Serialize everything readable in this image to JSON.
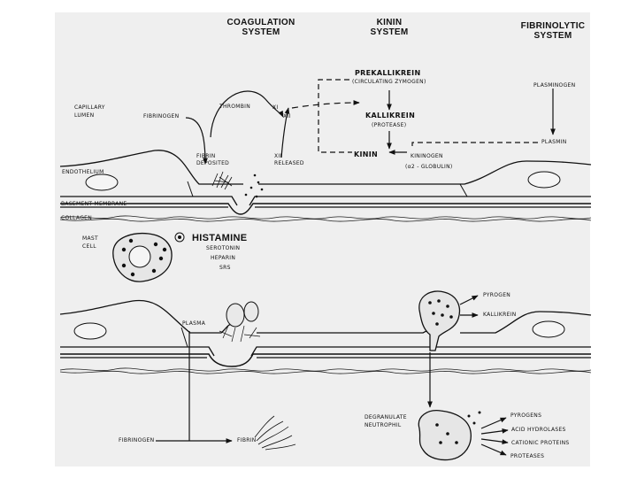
{
  "headers": {
    "coagulation_l1": "COAGULATION",
    "coagulation_l2": "SYSTEM",
    "kinin_l1": "KININ",
    "kinin_l2": "SYSTEM",
    "fibrinolytic_l1": "FIBRINOLYTIC",
    "fibrinolytic_l2": "SYSTEM"
  },
  "labels": {
    "capillary_lumen_l1": "CAPILLARY",
    "capillary_lumen_l2": "LUMEN",
    "fibrinogen_top": "FIBRINOGEN",
    "thrombin": "THROMBIN",
    "xi": "XI",
    "xii_upper": "XII",
    "fibrin_deposited_l1": "FIBRIN",
    "fibrin_deposited_l2": "DEPOSITED",
    "xii_released_l1": "XII",
    "xii_released_l2": "RELEASED",
    "prekallikrein": "PREKALLIKREIN",
    "circulating_zymogen": "(CIRCULATING ZYMOGEN)",
    "kallikrein_top": "KALLIKREIN",
    "protease": "(PROTEASE)",
    "kinin": "KININ",
    "kininogen": "KININOGEN",
    "globulin": "(α2 - GLOBULIN)",
    "plasminogen": "PLASMINOGEN",
    "plasmin": "PLASMIN",
    "endothelium": "ENDOTHELIUM",
    "basement_membrane": "BASEMENT MEMBRANE",
    "collagen": "COLLAGEN",
    "mast_cell_l1": "MAST",
    "mast_cell_l2": "CELL",
    "histamine": "HISTAMINE",
    "serotonin": "SEROTONIN",
    "heparin": "HEPARIN",
    "srs": "SRS",
    "plasma": "PLASMA",
    "pyrogen": "PYROGEN",
    "kallikrein_bottom": "KALLIKREIN",
    "fibrinogen_bottom": "FIBRINOGEN",
    "fibrin_bottom": "FIBRIN",
    "degranulate_l1": "DEGRANULATE",
    "degranulate_l2": "NEUTROPHIL",
    "pyrogens": "PYROGENS",
    "acid_hydrolases": "ACID HYDROLASES",
    "cationic_proteins": "CATIONIC PROTEINS",
    "proteases": "PROTEASES"
  }
}
